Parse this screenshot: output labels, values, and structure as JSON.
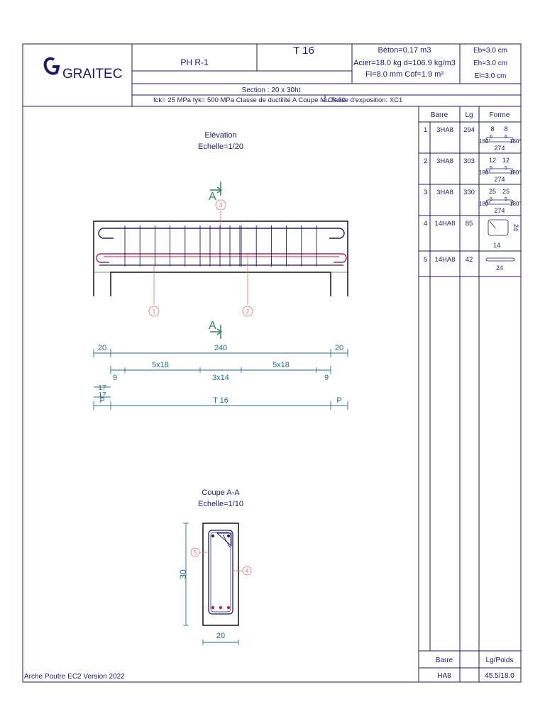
{
  "logo": {
    "text": "GRAITEC"
  },
  "header": {
    "element": "PH R-1",
    "title": "T 16",
    "beton": "Béton=0.17 m3",
    "acier": "Acier=18.0 kg d=106.9 kg/m3",
    "fi": "Fi=8.0 mm Cof=1.9 m²",
    "eb": "Eb=3.0 cm",
    "eh": "Eh=3.0 cm",
    "el": "El=3.0 cm",
    "section": "Section :  20 x  30ht",
    "materials": "fck=  25 MPa fyk=  500 MPa  Classe de ductilité A Coupe feu R 60",
    "exposure": "Classe d'exposition: XC1"
  },
  "elevation": {
    "title": "Elévation",
    "scale": "Echelle=1/20",
    "cut_label": "A",
    "markers": [
      "1",
      "2",
      "3"
    ],
    "dims_row1": [
      "20",
      "240",
      "20"
    ],
    "dims_row2": [
      "5x18",
      "5x18"
    ],
    "dims_row3": [
      "9",
      "3x14",
      "9"
    ],
    "dims_left": [
      "17",
      "17"
    ],
    "dims_row4": [
      "P",
      "T 16",
      "P"
    ]
  },
  "section_view": {
    "title": "Coupe A-A",
    "scale": "Echelle=1/10",
    "height": "30",
    "width": "20",
    "markers": [
      "5",
      "4"
    ]
  },
  "bar_table": {
    "headers": [
      "Barre",
      "Lg",
      "Forme"
    ],
    "rows": [
      {
        "no": "1",
        "barre": "3HA8",
        "lg": "294",
        "top": "8",
        "top2": "8",
        "mid": "6",
        "mid2": "6",
        "left": "180°",
        "right": "180°",
        "bottom": "274"
      },
      {
        "no": "2",
        "barre": "3HA8",
        "lg": "303",
        "top": "12",
        "top2": "12",
        "mid": "5",
        "mid2": "5",
        "left": "180°",
        "right": "180°",
        "bottom": "274"
      },
      {
        "no": "3",
        "barre": "3HA8",
        "lg": "330",
        "top": "25",
        "top2": "25",
        "mid": "5",
        "mid2": "5",
        "left": "180°",
        "right": "180°",
        "bottom": "274"
      },
      {
        "no": "4",
        "barre": "14HA8",
        "lg": "85",
        "side": "24",
        "bottom": "14"
      },
      {
        "no": "5",
        "barre": "14HA8",
        "lg": "42",
        "bottom": "24"
      }
    ],
    "footer_headers": [
      "Barre",
      "Lg/Poids"
    ],
    "footer_values": [
      "HA8",
      "45.5/18.0"
    ]
  },
  "footer": {
    "version": "Arche Poutre EC2 Version 2022"
  },
  "colors": {
    "ink": "#1a1a6e",
    "dim": "#1f6f8b",
    "rebar": "#c0204a",
    "marker": "#e07070",
    "cut": "#2e8b57"
  }
}
